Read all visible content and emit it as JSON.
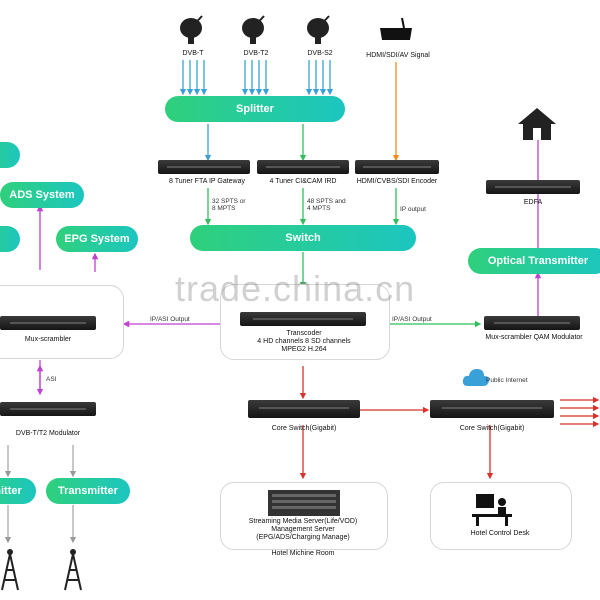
{
  "sources": {
    "dvbt": "DVB-T",
    "dvbt2": "DVB-T2",
    "dvbs2": "DVB-S2",
    "hdmi": "HDMI/SDI/AV Signal"
  },
  "splitter": "Splitter",
  "devices": {
    "fta": "8 Tuner FTA IP Gateway",
    "ci": "4 Tuner CI&CAM IRD",
    "encoder": "HDMI/CVBS/SDI Encoder",
    "edfa": "EDFA"
  },
  "links": {
    "fta_out": "32 SPTS or\n8 MPTS",
    "ci_out": "48 SPTS and\n4 MPTS",
    "enc_out": "IP output",
    "ip_asi_left": "IP/ASI Output",
    "ip_asi_right": "IP/ASI Output",
    "asi": "ASI"
  },
  "switch": "Switch",
  "ads": "ADS System",
  "epg": "EPG System",
  "optical": "Optical Transmitter",
  "mux_left": "Mux-scrambler",
  "transcoder": "Transcoder\n4 HD channels 8 SD channels\nMPEG2 H.264",
  "mux_right": "Mux-scrambler  QAM Modulator",
  "modulator": "DVB-T/T2 Modulator",
  "transmitter_left": "nitter",
  "transmitter": "Transmitter",
  "core_left": "Core Switch(Gigabit)",
  "core_right": "Core Switch(Gigabit)",
  "internet": "Public Internet",
  "server": "Streaming Media Server(Life/VOD)\nManagement Server\n(EPG/ADS/Charging Manage)",
  "machine_room": "Hotel Michine Room",
  "control_desk": "Hotel Control Desk",
  "watermark": "trade.china.cn",
  "colors": {
    "blue": "#3aa0d8",
    "green": "#2fbf5a",
    "orange": "#f08a1c",
    "red": "#d9322a",
    "purple": "#c040d0",
    "gray": "#999999"
  }
}
